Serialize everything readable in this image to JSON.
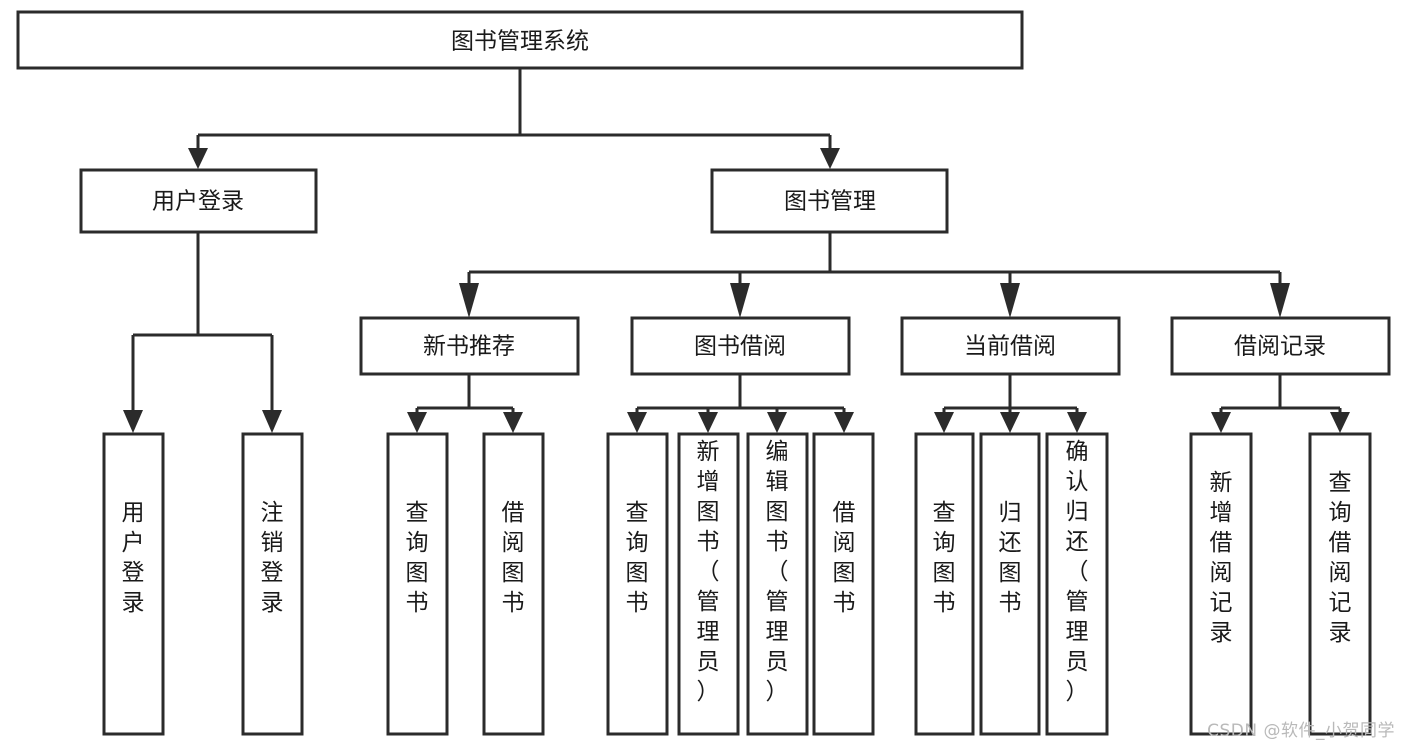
{
  "diagram": {
    "title": "图书管理系统",
    "watermark": "CSDN @软件_小贺同学",
    "levels": {
      "root": {
        "label": "图书管理系统"
      },
      "level2": [
        {
          "id": "user-login",
          "label": "用户登录"
        },
        {
          "id": "book-manage",
          "label": "图书管理"
        }
      ],
      "level3": [
        {
          "id": "new-book-recommend",
          "label": "新书推荐",
          "parent": "book-manage"
        },
        {
          "id": "book-borrow",
          "label": "图书借阅",
          "parent": "book-manage"
        },
        {
          "id": "current-borrow",
          "label": "当前借阅",
          "parent": "book-manage"
        },
        {
          "id": "borrow-record",
          "label": "借阅记录",
          "parent": "book-manage"
        }
      ],
      "leaves": [
        {
          "id": "leaf-user-login",
          "label": "用户登录",
          "parent": "user-login"
        },
        {
          "id": "leaf-logout-login",
          "label": "注销登录",
          "parent": "user-login"
        },
        {
          "id": "leaf-query-book-1",
          "label": "查询图书",
          "parent": "new-book-recommend"
        },
        {
          "id": "leaf-borrow-book-1",
          "label": "借阅图书",
          "parent": "new-book-recommend"
        },
        {
          "id": "leaf-query-book-2",
          "label": "查询图书",
          "parent": "book-borrow"
        },
        {
          "id": "leaf-add-book",
          "label": "新增图书（管理员）",
          "parent": "book-borrow"
        },
        {
          "id": "leaf-edit-book",
          "label": "编辑图书（管理员）",
          "parent": "book-borrow"
        },
        {
          "id": "leaf-borrow-book-2",
          "label": "借阅图书",
          "parent": "book-borrow"
        },
        {
          "id": "leaf-query-book-3",
          "label": "查询图书",
          "parent": "current-borrow"
        },
        {
          "id": "leaf-return-book",
          "label": "归还图书",
          "parent": "current-borrow"
        },
        {
          "id": "leaf-confirm-return",
          "label": "确认归还（管理员）",
          "parent": "current-borrow"
        },
        {
          "id": "leaf-add-record",
          "label": "新增借阅记录",
          "parent": "borrow-record"
        },
        {
          "id": "leaf-query-record",
          "label": "查询借阅记录",
          "parent": "borrow-record"
        }
      ]
    },
    "colors": {
      "stroke": "#2b2b2b",
      "fill": "#ffffff",
      "text": "#1a1a1a",
      "watermark": "#b9b9b9"
    }
  }
}
